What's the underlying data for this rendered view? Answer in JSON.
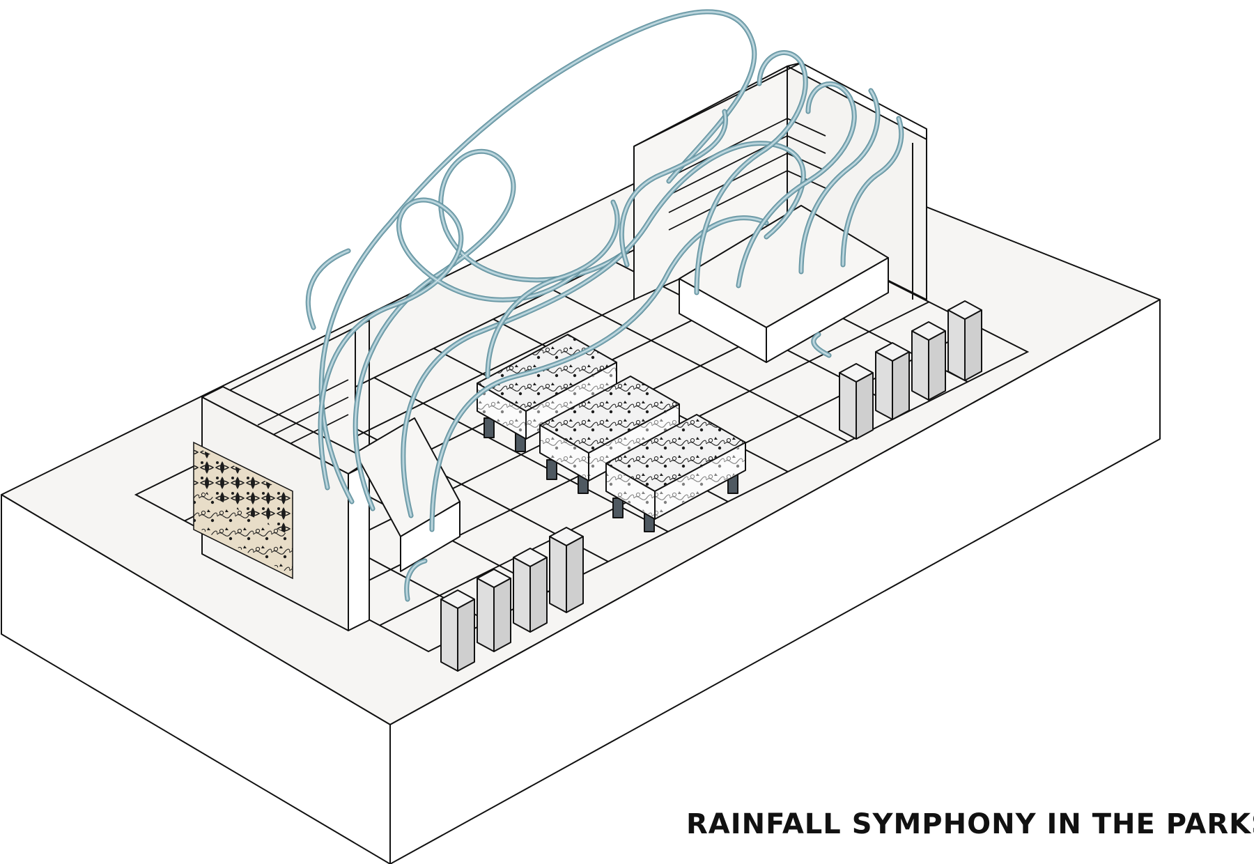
{
  "caption": "RAINFALL SYMPHONY IN THE PARKS",
  "colors": {
    "stroke": "#111111",
    "slab_top": "#f6f5f3",
    "slab_side": "#ffffff",
    "platform": "#f7f6f4",
    "pillar_face": "#dedede",
    "pillar_top": "#f5f5f5",
    "pipe": "#93b9c4",
    "planter_leg": "#4f5961",
    "green_wall_panel": "#e8ddc8",
    "foliage": "#1c1c1c"
  },
  "components": {
    "slab": "concrete-slab",
    "grid": "paving-grid",
    "pipes": "rain-pipe-sculpture",
    "walls": [
      "frame-wall-left",
      "frame-wall-right"
    ],
    "pillar_groups": 2,
    "pillars_per_group": 4,
    "planters": 3,
    "green_wall": "vertical-garden-panel"
  }
}
